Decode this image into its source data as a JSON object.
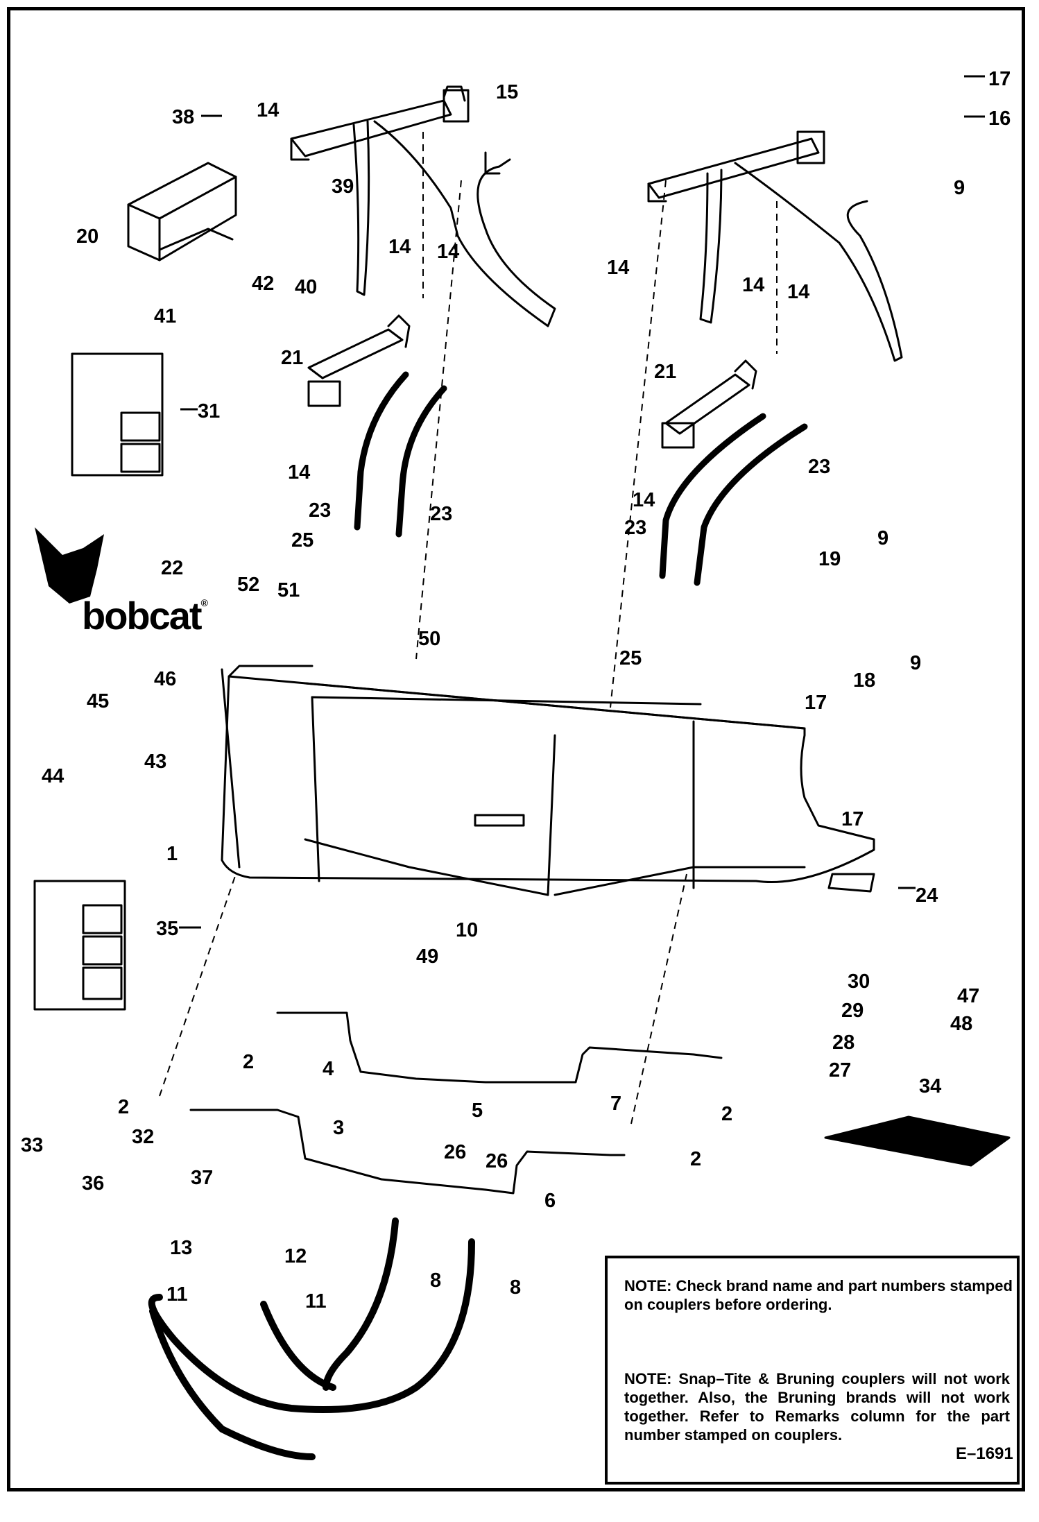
{
  "callouts": {
    "c1": "1",
    "c2": "2",
    "c3": "3",
    "c4": "4",
    "c5": "5",
    "c6": "6",
    "c7": "7",
    "c8": "8",
    "c9": "9",
    "c10": "10",
    "c11": "11",
    "c12": "12",
    "c13": "13",
    "c14": "14",
    "c15": "15",
    "c16": "16",
    "c17": "17",
    "c18": "18",
    "c19": "19",
    "c20": "20",
    "c21": "21",
    "c22": "22",
    "c23": "23",
    "c24": "24",
    "c25": "25",
    "c26": "26",
    "c27": "27",
    "c28": "28",
    "c29": "29",
    "c30": "30",
    "c31": "31",
    "c32": "32",
    "c33": "33",
    "c34": "34",
    "c35": "35",
    "c36": "36",
    "c37": "37",
    "c38": "38",
    "c39": "39",
    "c40": "40",
    "c41": "41",
    "c42": "42",
    "c43": "43",
    "c44": "44",
    "c45": "45",
    "c46": "46",
    "c47": "47",
    "c48": "48",
    "c49": "49",
    "c50": "50",
    "c51": "51",
    "c52": "52"
  },
  "brand": {
    "word": "bobcat",
    "mark": "®"
  },
  "notes": {
    "note1": "NOTE: Check brand name and part numbers stamped on couplers before ordering.",
    "note2": "NOTE: Snap–Tite & Bruning couplers will not work together. Also, the Bruning brands will not work together. Refer to Remarks column for the part number stamped on couplers."
  },
  "drawing_id": "E–1691"
}
